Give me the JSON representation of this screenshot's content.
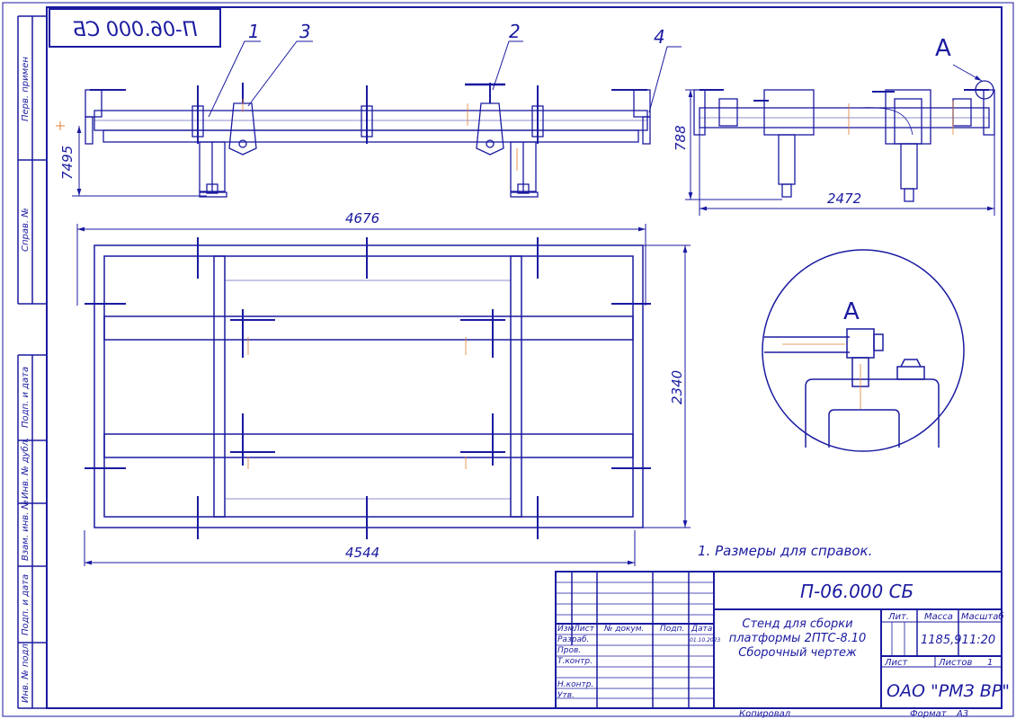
{
  "sheet": {
    "top_code_mirrored": "П-06.000 СБ",
    "side_stamp": [
      "Перв. примен",
      "Справ. №",
      "Подп. и дата",
      "Инв. № дубл.",
      "Взам. инв. №",
      "Подп. и дата",
      "Инв. № подл."
    ]
  },
  "callouts": [
    "1",
    "3",
    "2",
    "4"
  ],
  "view_label": "А",
  "detail_label": "А",
  "dimensions": {
    "front_height": "7495",
    "side_height": "788",
    "side_width": "2472",
    "plan_length_top": "4676",
    "plan_length_bottom": "4544",
    "plan_width": "2340"
  },
  "note": "1. Размеры для справок.",
  "title_block": {
    "designation": "П-06.000 СБ",
    "name_lines": [
      "Стенд для сборки",
      "платформы 2ПТС-8.10",
      "Сборочный чертеж"
    ],
    "headers": {
      "izm": "Изм.",
      "list": "Лист",
      "doc": "№ докум.",
      "sign": "Подп.",
      "date": "Дата"
    },
    "roles": [
      "Разраб.",
      "Пров.",
      "Т.контр.",
      "",
      "Н.контр.",
      "Утв."
    ],
    "date_value": "01.10.2023",
    "lit_label": "Лит.",
    "mass_label": "Масса",
    "scale_label": "Масштаб",
    "mass": "1185,91",
    "scale": "1:20",
    "sheet_label": "Лист",
    "sheets_label": "Листов",
    "sheets_count": "1",
    "org": "ОАО \"РМЗ ВР\""
  },
  "footer": {
    "copied": "Копировал",
    "format_label": "Формат",
    "format_value": "А3"
  },
  "colors": {
    "line": "#1a1aa0",
    "center": "#e08030",
    "background": "#ffffff"
  }
}
